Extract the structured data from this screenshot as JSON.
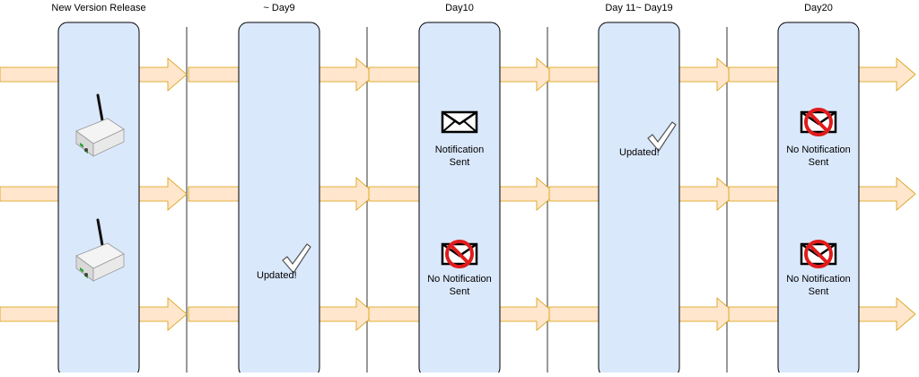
{
  "columns": [
    {
      "title": "New Version Release",
      "devices": [
        "router-icon",
        "router-icon"
      ]
    },
    {
      "title": "~ Day9",
      "status": "Updated!"
    },
    {
      "title": "Day10",
      "notifications": [
        {
          "line1": "Notification",
          "line2": "Sent",
          "icon": "envelope-icon"
        },
        {
          "line1": "No Notification",
          "line2": "Sent",
          "icon": "no-envelope-icon"
        }
      ]
    },
    {
      "title": "Day 11~ Day19",
      "status": "Updated!"
    },
    {
      "title": "Day20",
      "notifications": [
        {
          "line1": "No Notification",
          "line2": "Sent",
          "icon": "no-envelope-icon"
        },
        {
          "line1": "No Notification",
          "line2": "Sent",
          "icon": "no-envelope-icon"
        }
      ]
    }
  ],
  "lane_count": 3,
  "colors": {
    "arrow_fill": "#ffe6cc",
    "arrow_stroke": "#d79b00",
    "panel_fill": "#dae8fc",
    "panel_stroke": "#000000",
    "divider": "#000000",
    "forbid_red": "#e01b1b",
    "check_fill": "#ffffff"
  }
}
